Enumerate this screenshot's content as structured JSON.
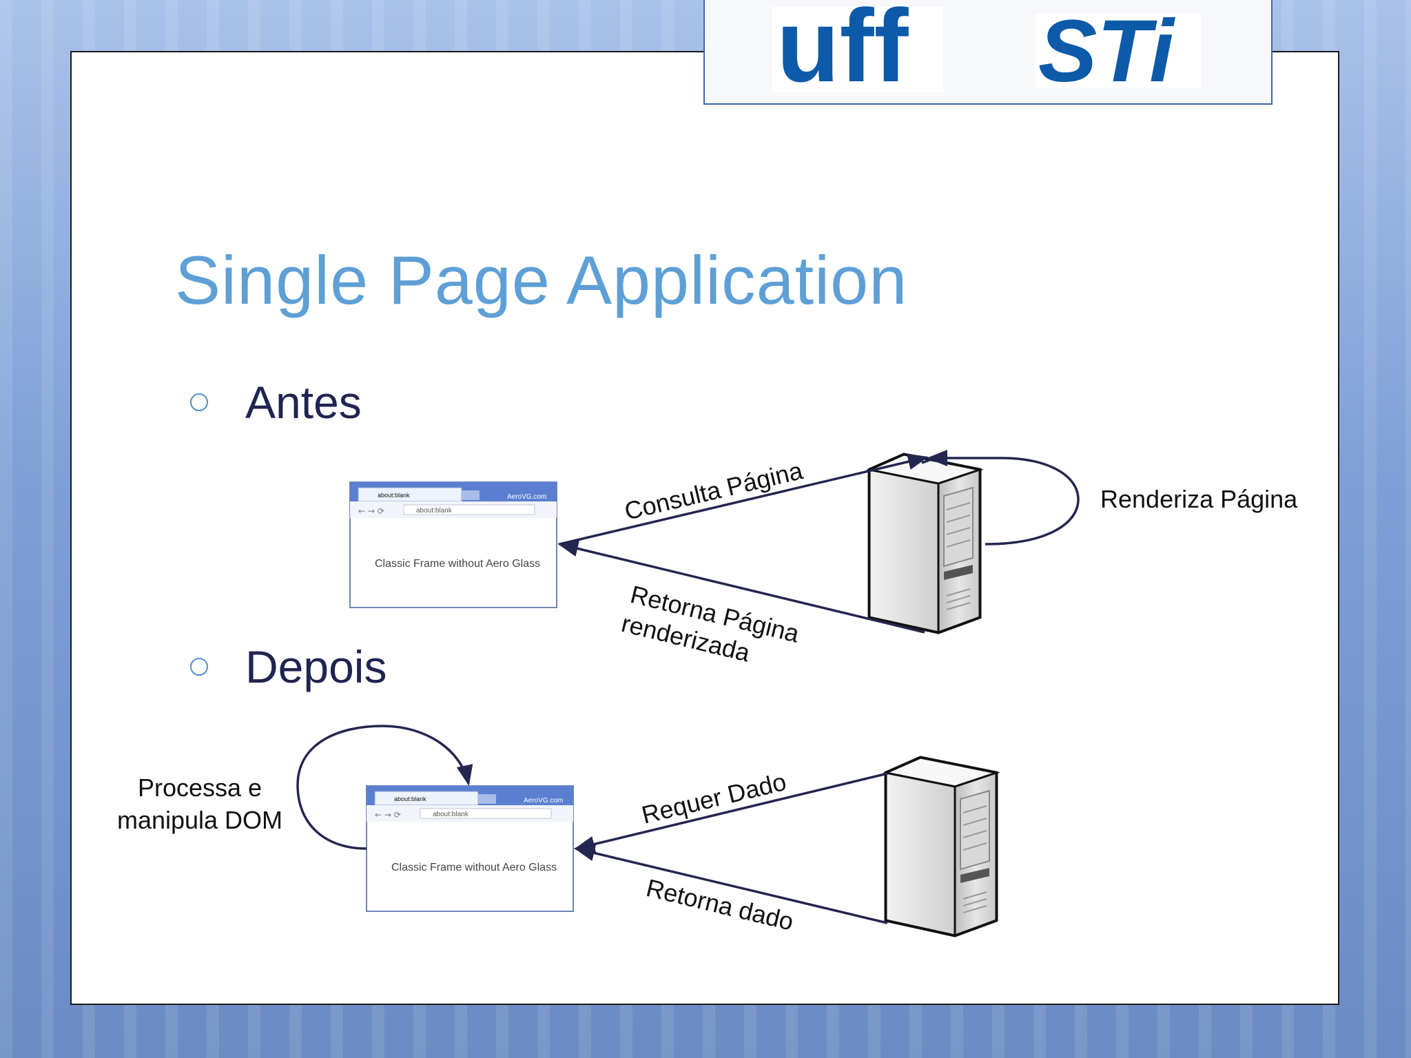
{
  "slide": {
    "title": "Single Page Application",
    "bullets": [
      {
        "label": "Antes"
      },
      {
        "label": "Depois"
      }
    ]
  },
  "logos": {
    "uff": "uff",
    "sti": "STi"
  },
  "browser_window": {
    "tab_text": "about:blank",
    "address": "about:blank",
    "brand": "AeroVG.com",
    "content_text": "Classic Frame without Aero Glass"
  },
  "diagram_before": {
    "request_label": "Consulta Página",
    "response_label_line1": "Retorna Página",
    "response_label_line2": "renderizada",
    "server_loop_label": "Renderiza Página"
  },
  "diagram_after": {
    "client_loop_label_line1": "Processa e",
    "client_loop_label_line2": "manipula DOM",
    "request_label": "Requer Dado",
    "response_label": "Retorna dado"
  },
  "colors": {
    "title": "#5e9fd6",
    "bullet_text": "#1f2450",
    "arrow": "#23264f",
    "logo_blue": "#0d5aa8"
  }
}
